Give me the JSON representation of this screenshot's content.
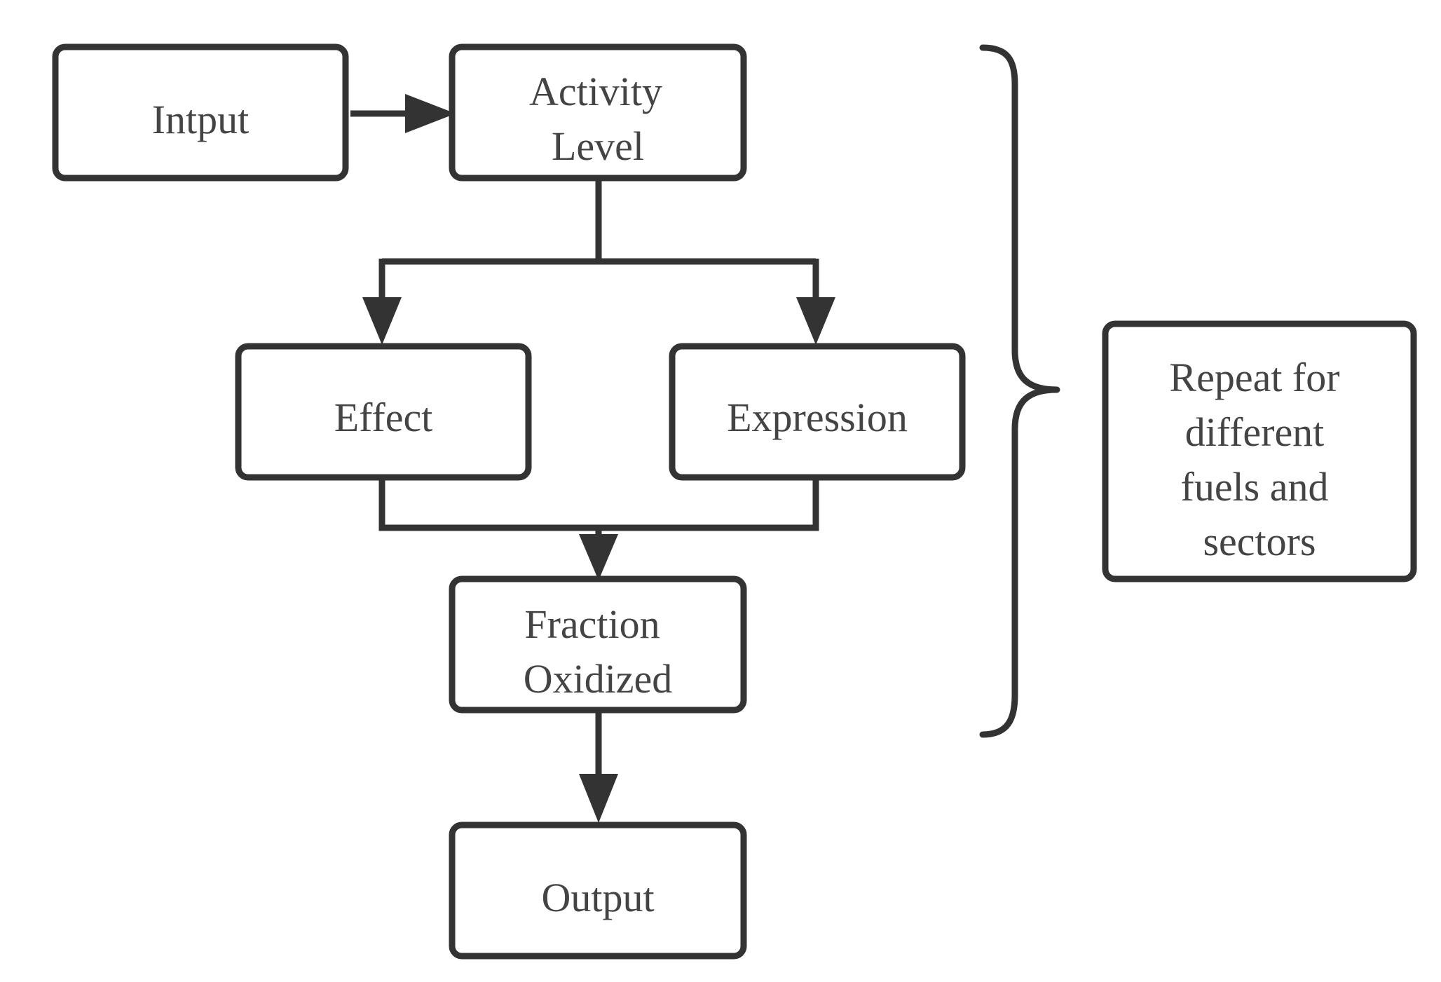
{
  "colors": {
    "stroke": "#333333",
    "text": "#444444",
    "background": "#ffffff"
  },
  "nodes": {
    "input": {
      "lines": [
        "Intput"
      ]
    },
    "activity": {
      "lines": [
        "Activity",
        "Level"
      ]
    },
    "effect": {
      "lines": [
        "Effect"
      ]
    },
    "expression": {
      "lines": [
        "Expression"
      ]
    },
    "fraction": {
      "lines": [
        "Fraction",
        "Oxidized"
      ]
    },
    "output": {
      "lines": [
        "Output"
      ]
    },
    "repeat": {
      "lines": [
        "Repeat for",
        "different",
        "fuels and",
        "sectors"
      ]
    }
  }
}
